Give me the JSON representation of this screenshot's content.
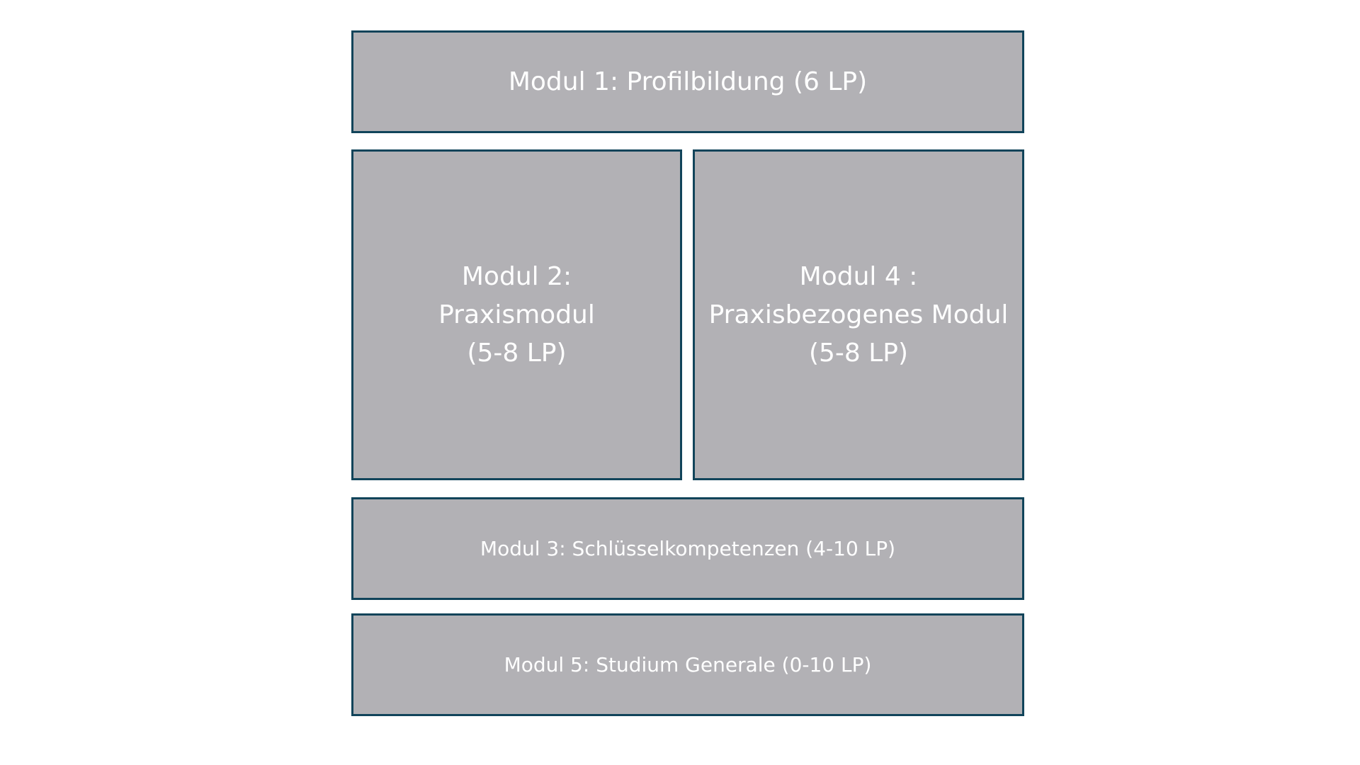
{
  "colors": {
    "box_fill": "#b2b1b5",
    "box_border": "#11445a",
    "text": "#ffffff",
    "background": "#ffffff"
  },
  "modules": {
    "modul_1": {
      "label": "Modul 1: Profilbildung (6 LP)"
    },
    "modul_2": {
      "lines": [
        "Modul 2:",
        "Praxismodul",
        "(5-8 LP)"
      ]
    },
    "modul_4": {
      "lines": [
        "Modul 4 :",
        "Praxisbezogenes Modul",
        "(5-8 LP)"
      ]
    },
    "modul_3": {
      "label": "Modul 3: Schlüsselkompetenzen (4-10 LP)"
    },
    "modul_5": {
      "label": "Modul 5: Studium Generale (0-10 LP)"
    }
  }
}
